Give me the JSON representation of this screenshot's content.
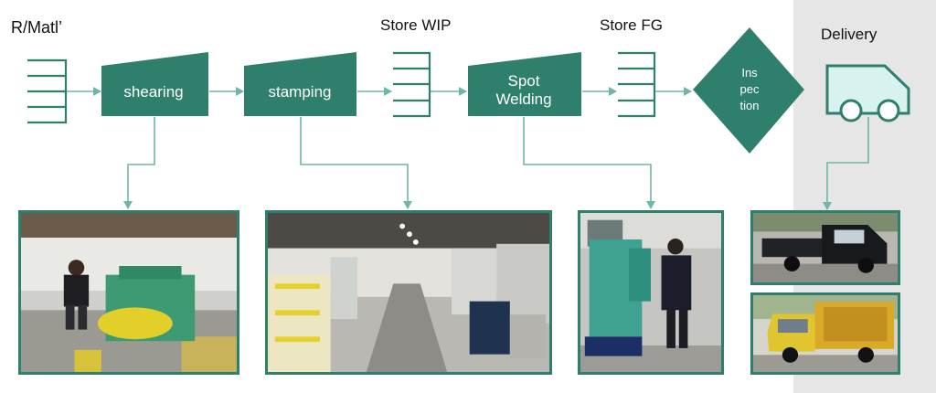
{
  "labels": {
    "raw_material": "R/Matl’",
    "store_wip": "Store WIP",
    "store_fg": "Store FG",
    "delivery": "Delivery"
  },
  "processes": {
    "shearing": "shearing",
    "stamping": "stamping",
    "spot_welding_line1": "Spot",
    "spot_welding_line2": "Welding",
    "inspection_line1": "Ins",
    "inspection_line2": "pec",
    "inspection_line3": "tion"
  },
  "colors": {
    "process_fill": "#2f7f6d",
    "inventory_stroke": "#2f7f6d",
    "arrow": "#6fb5a8",
    "delivery_panel": "#e6e6e6",
    "truck_fill": "#d8f3ef",
    "text_on_process": "#ffffff"
  },
  "icons": {
    "inventory": "inventory-triangle-icon",
    "truck": "truck-icon"
  }
}
